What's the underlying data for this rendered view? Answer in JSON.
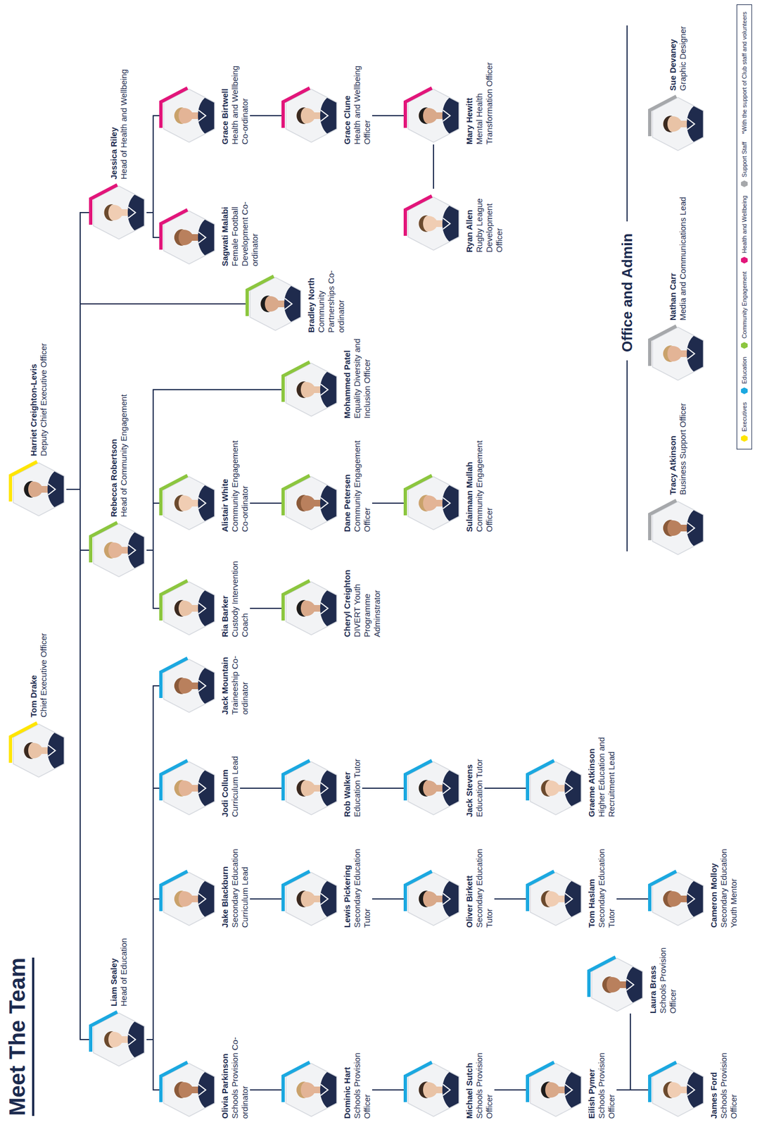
{
  "diagram": {
    "title": "Meet The Team",
    "nodes": [
      {
        "text": [
          "Tom Drake",
          "Chief Executive Officer"
        ]
      },
      {
        "text": [
          "Harriet Creighton-Levis",
          "Deputy Chief Executive Officer"
        ]
      },
      {
        "text": [
          "Liam Sealey",
          "Head of Education"
        ]
      },
      {
        "text": [
          "Olivia Parkinson",
          "Schools Provision Co-ordinator"
        ]
      },
      {
        "text": [
          "Dominic Hart",
          "Schools Provision Officer"
        ]
      },
      {
        "text": [
          "Michael Sutch",
          "Schools Provision Officer"
        ]
      },
      {
        "text": [
          "Eilish Pymer",
          "Schools Provision Officer"
        ]
      },
      {
        "text": [
          "James Ford",
          "Schools Provision Officer"
        ]
      },
      {
        "text": [
          "Laura Brass",
          "Schools Provision Officer"
        ]
      },
      {
        "text": [
          "Jake Blackburn",
          "Secondary Education Curriculum Lead"
        ]
      },
      {
        "text": [
          "Lewis Pickering",
          "Secondary Education Tutor"
        ]
      },
      {
        "text": [
          "Oliver Birkett",
          "Secondary Education Tutor"
        ]
      },
      {
        "text": [
          "Tom Haslam",
          "Secondary Education Tutor"
        ]
      },
      {
        "text": [
          "Cameron Molloy",
          "Secondary Education Youth Mentor"
        ]
      },
      {
        "text": [
          "Jodi Collum",
          "Curriculum Lead"
        ]
      },
      {
        "text": [
          "Rob Walker",
          "Education Tutor"
        ]
      },
      {
        "text": [
          "Jack Stevens",
          "Education Tutor"
        ]
      },
      {
        "text": [
          "Graeme Atkinson",
          "Higher Education and Recruitment Lead"
        ]
      },
      {
        "text": [
          "Jack Mountain",
          "Traineeship Co-ordinator"
        ]
      },
      {
        "text": [
          "Rebecca Robertson",
          "Head of Community Engagement"
        ]
      },
      {
        "text": [
          "Ria Barker",
          "Custody Intervention Coach"
        ]
      },
      {
        "text": [
          "Cheryl Creighton",
          "DIVERT Youth Programme Adminstrator"
        ]
      },
      {
        "text": [
          "Alistair White",
          "Community Engagement Co-ordinator"
        ]
      },
      {
        "text": [
          "Dane Petersen",
          "Community Engagement Officer"
        ]
      },
      {
        "text": [
          "Sulaimaan Mullah",
          "Community Engagement Officer"
        ]
      },
      {
        "text": [
          "Mohammed Patel",
          "Equality Diversity and Inclusion Officer"
        ]
      },
      {
        "text": [
          "Bradley North",
          "Community Partnerships Co-ordinator"
        ]
      },
      {
        "text": [
          "Jessica Riley",
          "Head of Health and Wellbeing"
        ]
      },
      {
        "text": [
          "Sagwati Malabi",
          "Female Football Development Co-ordinator"
        ]
      },
      {
        "text": [
          "Grace Birtwell",
          "Health and Wellbeing Co-ordinator"
        ]
      },
      {
        "text": [
          "Grace Clune",
          "Health and Wellbeing Officer"
        ]
      },
      {
        "text": [
          "Mary Hewitt",
          "Mental Health Transformation Officer"
        ]
      },
      {
        "text": [
          "Ryan Allen",
          "Rugby League Development Officer"
        ]
      },
      {
        "text": [
          "Tracy Atkinson",
          "Business Support Officer"
        ]
      },
      {
        "text": [
          "Nathan Carr",
          "Media and Communications Lead"
        ]
      },
      {
        "text": [
          "Sue Devaney",
          "Graphic Designer"
        ]
      }
    ],
    "edges": [
      {
        "from": 1,
        "to": 2,
        "arrow": "none"
      },
      {
        "from": 1,
        "to": 19,
        "arrow": "none"
      },
      {
        "from": 1,
        "to": 26,
        "arrow": "none"
      },
      {
        "from": 1,
        "to": 27,
        "arrow": "none"
      },
      {
        "from": 2,
        "to": 3,
        "arrow": "none"
      },
      {
        "from": 2,
        "to": 9,
        "arrow": "none"
      },
      {
        "from": 2,
        "to": 14,
        "arrow": "none"
      },
      {
        "from": 2,
        "to": 18,
        "arrow": "none"
      },
      {
        "from": 3,
        "to": 4,
        "arrow": "none"
      },
      {
        "from": 4,
        "to": 5,
        "arrow": "none"
      },
      {
        "from": 5,
        "to": 6,
        "arrow": "none"
      },
      {
        "from": 6,
        "to": 7,
        "arrow": "none"
      },
      {
        "from": 7,
        "to": 8,
        "arrow": "none"
      },
      {
        "from": 9,
        "to": 10,
        "arrow": "none"
      },
      {
        "from": 10,
        "to": 11,
        "arrow": "none"
      },
      {
        "from": 11,
        "to": 12,
        "arrow": "none"
      },
      {
        "from": 12,
        "to": 13,
        "arrow": "none"
      },
      {
        "from": 14,
        "to": 15,
        "arrow": "none"
      },
      {
        "from": 15,
        "to": 16,
        "arrow": "none"
      },
      {
        "from": 16,
        "to": 17,
        "arrow": "none"
      },
      {
        "from": 19,
        "to": 20,
        "arrow": "none"
      },
      {
        "from": 19,
        "to": 22,
        "arrow": "none"
      },
      {
        "from": 19,
        "to": 25,
        "arrow": "none"
      },
      {
        "from": 20,
        "to": 21,
        "arrow": "none"
      },
      {
        "from": 22,
        "to": 23,
        "arrow": "none"
      },
      {
        "from": 23,
        "to": 24,
        "arrow": "none"
      },
      {
        "from": 27,
        "to": 28,
        "arrow": "none"
      },
      {
        "from": 27,
        "to": 29,
        "arrow": "none"
      },
      {
        "from": 29,
        "to": 30,
        "arrow": "none"
      },
      {
        "from": 30,
        "to": 31,
        "arrow": "none"
      },
      {
        "from": 31,
        "to": 32,
        "arrow": "none"
      }
    ],
    "labels": [
      "Office and Admin",
      "*With the support of Club staff and volunteers"
    ],
    "legend": [
      {
        "text": "Executives",
        "color": "#ffe500"
      },
      {
        "text": "Education",
        "color": "#1ba8e0"
      },
      {
        "text": "Community Engagement",
        "color": "#8cc63f"
      },
      {
        "text": "Health and Wellbeing",
        "color": "#e2157a"
      },
      {
        "text": "Support Staff",
        "color": "#a6a8ab"
      }
    ]
  }
}
